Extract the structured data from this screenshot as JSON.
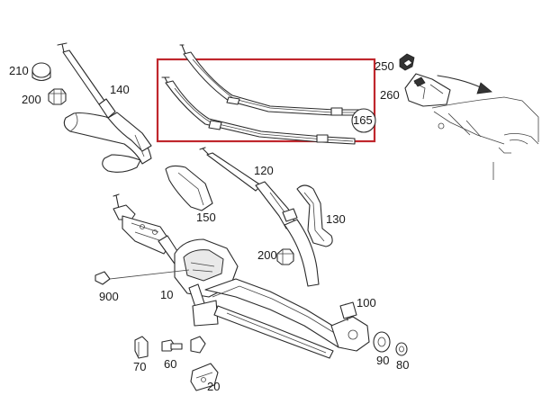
{
  "colors": {
    "highlight": "#c0272d",
    "line": "#2b2b2b"
  },
  "labels": {
    "p210": "210",
    "p200a": "200",
    "p140": "140",
    "p165": "165",
    "p250": "250",
    "p260": "260",
    "p120": "120",
    "p150": "150",
    "p130": "130",
    "p200b": "200",
    "p900": "900",
    "p10": "10",
    "p100": "100",
    "p70": "70",
    "p60": "60",
    "p20": "20",
    "p90": "90",
    "p80": "80"
  }
}
